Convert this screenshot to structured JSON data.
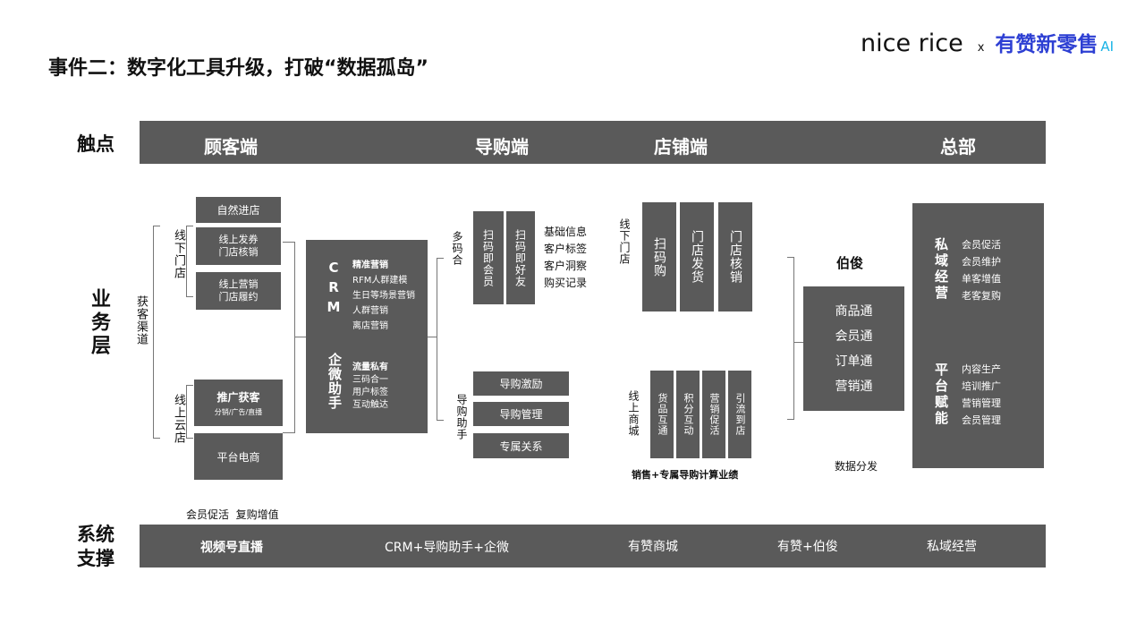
{
  "title": "事件二：数字化工具升级，打破“数据孤岛”",
  "brand": {
    "left": "nice rice",
    "sep": "x",
    "right": "有赞新零售",
    "suffix": "AI"
  },
  "rows": {
    "touch": "触点",
    "business": "业务层",
    "system": "系统支撑"
  },
  "touch_segments": [
    "顾客端",
    "导购端",
    "店铺端",
    "总部"
  ],
  "customer": {
    "acquire_label": "获客渠道",
    "offline_label": "线下门店",
    "online_label": "线上云店",
    "offline_items": [
      "自然进店",
      "线上发券\n门店核销",
      "线上营销\n门店履约"
    ],
    "online_items": [
      {
        "main": "推广获客",
        "sub": "分销/广告/直播"
      },
      {
        "main": "平台电商",
        "sub": ""
      }
    ],
    "bottom_note": "会员促活  复购增值"
  },
  "crm": {
    "label1": "CRM",
    "label2": "企微助手",
    "group1_title": "精准营销",
    "group1_items": [
      "RFM人群建模",
      "生日等场景营销",
      "人群营销",
      "离店营销"
    ],
    "group2_title": "流量私有",
    "group2_items": [
      "三码合一",
      "用户标签",
      "互动触达"
    ]
  },
  "guide": {
    "multi_code_label": "多码合",
    "tags": [
      "扫码即会员",
      "扫码即好友"
    ],
    "info_list": [
      "基础信息",
      "客户标签",
      "客户洞察",
      "购买记录"
    ],
    "assistant_label": "导购助手",
    "assistant_items": [
      "导购激励",
      "导购管理",
      "专属关系"
    ]
  },
  "store": {
    "offline_label": "线下门店",
    "offline_items": [
      "扫码购",
      "门店发货",
      "门店核销"
    ],
    "online_label": "线上商城",
    "online_items": [
      "货品互通",
      "积分互动",
      "营销促活",
      "引流到店"
    ],
    "note": "销售+专属导购计算业绩"
  },
  "bojun": {
    "title": "伯俊",
    "items": [
      "商品通",
      "会员通",
      "订单通",
      "营销通"
    ],
    "note": "数据分发"
  },
  "hq": {
    "group1_label": "私域经营",
    "group1_items": [
      "会员促活",
      "会员维护",
      "单客增值",
      "老客复购"
    ],
    "group2_label": "平台赋能",
    "group2_items": [
      "内容生产",
      "培训推广",
      "营销管理",
      "会员管理"
    ]
  },
  "system_items": [
    "视频号直播",
    "CRM+导购助手+企微",
    "有赞商城",
    "有赞+伯俊",
    "私域经营"
  ],
  "colors": {
    "box": "#5a5a5a",
    "accent": "#2d3fd3",
    "text": "#111111"
  }
}
